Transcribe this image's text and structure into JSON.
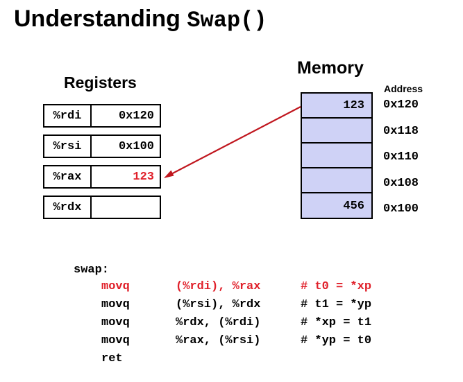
{
  "title": {
    "prefix": "Understanding ",
    "code": "Swap()"
  },
  "registers": {
    "heading": "Registers",
    "rows": [
      {
        "name": "%rdi",
        "value": "0x120"
      },
      {
        "name": "%rsi",
        "value": "0x100"
      },
      {
        "name": "%rax",
        "value": "123",
        "highlight": "#e0202a"
      },
      {
        "name": "%rdx",
        "value": ""
      }
    ]
  },
  "memory": {
    "heading": "Memory",
    "address_label": "Address",
    "cells": [
      {
        "value": "123",
        "address": "0x120"
      },
      {
        "value": "",
        "address": "0x118"
      },
      {
        "value": "",
        "address": "0x110"
      },
      {
        "value": "",
        "address": "0x108"
      },
      {
        "value": "456",
        "address": "0x100"
      }
    ],
    "fill_color": "#cfd2f6"
  },
  "arrow_color": "#c0161e",
  "code": {
    "label": "swap:",
    "lines": [
      {
        "op": "movq",
        "args": "(%rdi), %rax",
        "comment": "# t0 = *xp",
        "highlight": true
      },
      {
        "op": "movq",
        "args": "(%rsi), %rdx",
        "comment": "# t1 = *yp",
        "highlight": false
      },
      {
        "op": "movq",
        "args": "%rdx, (%rdi)",
        "comment": "# *xp = t1",
        "highlight": false
      },
      {
        "op": "movq",
        "args": "%rax, (%rsi)",
        "comment": "# *yp = t0",
        "highlight": false
      }
    ],
    "ret": "ret"
  }
}
